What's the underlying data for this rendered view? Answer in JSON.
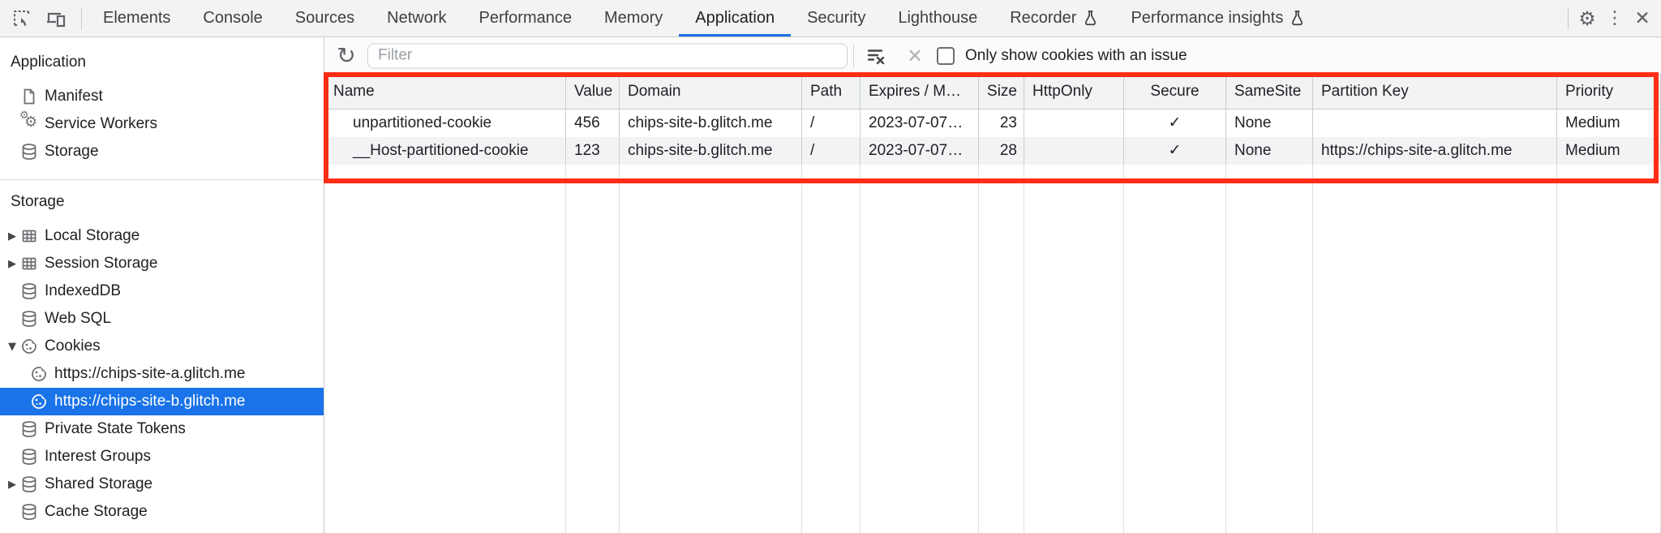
{
  "tabbar": {
    "tabs": [
      {
        "label": "Elements"
      },
      {
        "label": "Console"
      },
      {
        "label": "Sources"
      },
      {
        "label": "Network"
      },
      {
        "label": "Performance"
      },
      {
        "label": "Memory"
      },
      {
        "label": "Application",
        "active": true
      },
      {
        "label": "Security"
      },
      {
        "label": "Lighthouse"
      },
      {
        "label": "Recorder",
        "experimental": true
      },
      {
        "label": "Performance insights",
        "experimental": true
      }
    ]
  },
  "sidebar": {
    "sections": [
      {
        "title": "Application",
        "items": [
          {
            "label": "Manifest",
            "icon": "document"
          },
          {
            "label": "Service Workers",
            "icon": "gears"
          },
          {
            "label": "Storage",
            "icon": "database"
          }
        ]
      },
      {
        "title": "Storage",
        "items": [
          {
            "label": "Local Storage",
            "icon": "table",
            "expander": "collapsed"
          },
          {
            "label": "Session Storage",
            "icon": "table",
            "expander": "collapsed"
          },
          {
            "label": "IndexedDB",
            "icon": "database"
          },
          {
            "label": "Web SQL",
            "icon": "database"
          },
          {
            "label": "Cookies",
            "icon": "cookie",
            "expander": "expanded"
          },
          {
            "label": "https://chips-site-a.glitch.me",
            "icon": "cookie",
            "child": true
          },
          {
            "label": "https://chips-site-b.glitch.me",
            "icon": "cookie",
            "child": true,
            "selected": true
          },
          {
            "label": "Private State Tokens",
            "icon": "database"
          },
          {
            "label": "Interest Groups",
            "icon": "database"
          },
          {
            "label": "Shared Storage",
            "icon": "database",
            "expander": "collapsed"
          },
          {
            "label": "Cache Storage",
            "icon": "database"
          }
        ]
      }
    ]
  },
  "toolbar": {
    "filter_placeholder": "Filter",
    "checkbox_label": "Only show cookies with an issue",
    "checkbox_checked": false
  },
  "cookie_table": {
    "columns": [
      "Name",
      "Value",
      "Domain",
      "Path",
      "Expires / M…",
      "Size",
      "HttpOnly",
      "Secure",
      "SameSite",
      "Partition Key",
      "Priority"
    ],
    "rows": [
      [
        "unpartitioned-cookie",
        "456",
        "chips-site-b.glitch.me",
        "/",
        "2023-07-07…",
        "23",
        "",
        "✓",
        "None",
        "",
        "Medium"
      ],
      [
        "__Host-partitioned-cookie",
        "123",
        "chips-site-b.glitch.me",
        "/",
        "2023-07-07…",
        "28",
        "",
        "✓",
        "None",
        "https://chips-site-a.glitch.me",
        "Medium"
      ]
    ]
  },
  "annotation": {
    "highlight_color": "#ff2d16"
  }
}
